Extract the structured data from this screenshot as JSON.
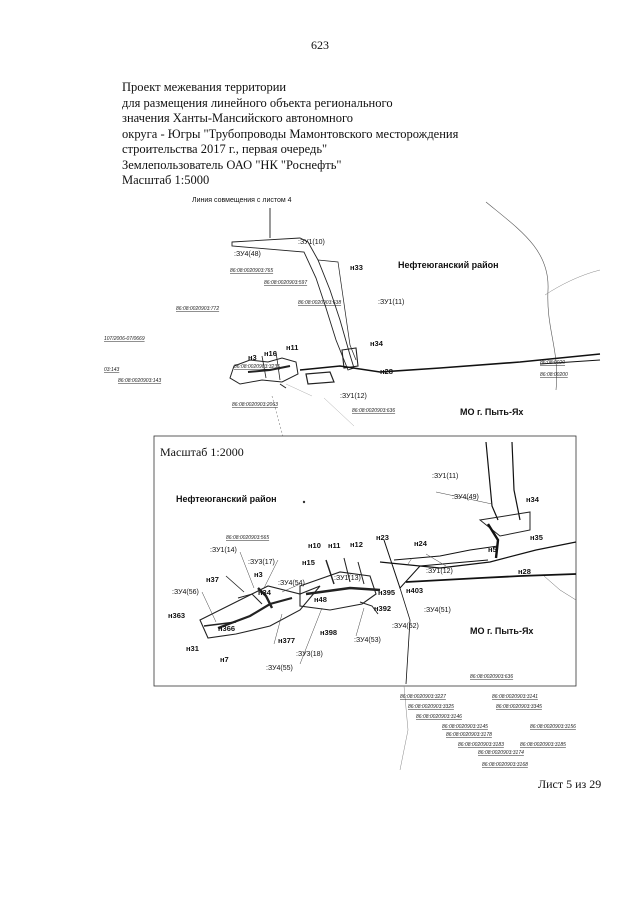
{
  "page_number": "623",
  "header_lines": [
    "Проект межевания территории",
    "для размещения линейного объекта регионального",
    "значения Ханты-Мансийского автономного",
    "округа - Югры \"Трубопроводы Мамонтовского месторождения",
    "строительства 2017 г., первая очередь\"",
    "Землепользователь ОАО \"НК \"Роснефть\"",
    "Масштаб 1:5000"
  ],
  "sheet_label": "Лист 5 из 29",
  "main_map": {
    "junction_line": "Линия совмещения с листом 4",
    "district": "Нефтеюганский район",
    "municipality": "МО г. Пыть-Ях",
    "labels": {
      "zu1_10": ":ЗУ1(10)",
      "zu4_48": ":ЗУ4(48)",
      "n33": "н33",
      "zu1_11": ":ЗУ1(11)",
      "n34": "н34",
      "n28": "н28",
      "n11": "н11",
      "n16": "н16",
      "n3": "н3",
      "zu1_12": ":ЗУ1(12)"
    },
    "cadastral": [
      "86:08:0020903:765",
      "86:08:0020903:597",
      "86:08:0020903:638",
      "86:08:0020903:772",
      "107/2006-07/0669",
      "86:08:0020903:143",
      "86:08:0020903:2063",
      "86:08:0020903:636",
      "86:08:0020903:3235",
      "86:08:0020",
      "86:08:00200",
      "03:143"
    ]
  },
  "inset_map": {
    "title": "Масштаб 1:2000",
    "district": "Нефтеюганский район",
    "municipality": "МО г. Пыть-Ях",
    "labels": {
      "zu1_11": ":ЗУ1(11)",
      "zu4_49": ":ЗУ4(49)",
      "n34": "н34",
      "n35": "н35",
      "n5": "н5",
      "n24": "н24",
      "n23": "н23",
      "n28": "н28",
      "zu1_12": ":ЗУ1(12)",
      "n403": "н403",
      "n395": "н395",
      "n392": "н392",
      "zu4_51": ":ЗУ4(51)",
      "zu4_52": ":ЗУ4(52)",
      "zu4_53": ":ЗУ4(53)",
      "n398": "н398",
      "n10": "н10",
      "n11": "н11",
      "n12": "н12",
      "n15": "н15",
      "zu1_13": ":ЗУ1(13)",
      "n48": "н48",
      "zu1_14": ":ЗУ1(14)",
      "zu3_17": ":ЗУ3(17)",
      "n3": "н3",
      "zu4_54": ":ЗУ4(54)",
      "n34b": "н34",
      "n37": "н37",
      "zu4_56": ":ЗУ4(56)",
      "n363": "н363",
      "n366": "н366",
      "n31": "н31",
      "n7": "н7",
      "n377": "н377",
      "zu3_18": ":ЗУ3(18)",
      "zu4_55": ":ЗУ4(55)"
    },
    "cadastral": [
      "86:08:0020903:565",
      "86:08:0020903:636"
    ]
  },
  "bottom_cadastral": [
    "86:08:0020903:3227",
    "86:08:0020903:3141",
    "86:08:0020903:3325",
    "86:08:0020903:3345",
    "86:08:0020903:3146",
    "86:08:0020903:3145",
    "86:08:0020903:3156",
    "86:08:0020903:3178",
    "86:08:0020903:3183",
    "86:08:0020903:3185",
    "86:08:0020903:3174",
    "86:08:0020903:3168"
  ]
}
